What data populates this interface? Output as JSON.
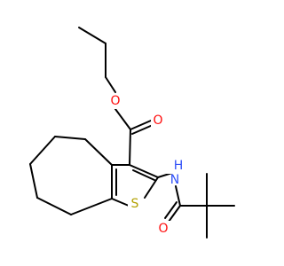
{
  "molecule": {
    "atoms": {
      "o_ester": {
        "symbol": "O",
        "color": "#ff0d0d"
      },
      "o_carbonyl": {
        "symbol": "O",
        "color": "#ff0d0d"
      },
      "n_amide": {
        "symbol": "N",
        "color": "#3050f8"
      },
      "h_amide": {
        "symbol": "H",
        "color": "#3050f8"
      },
      "s_ring": {
        "symbol": "S",
        "color": "#b2a000"
      },
      "o_amide": {
        "symbol": "O",
        "color": "#ff0d0d"
      }
    }
  }
}
